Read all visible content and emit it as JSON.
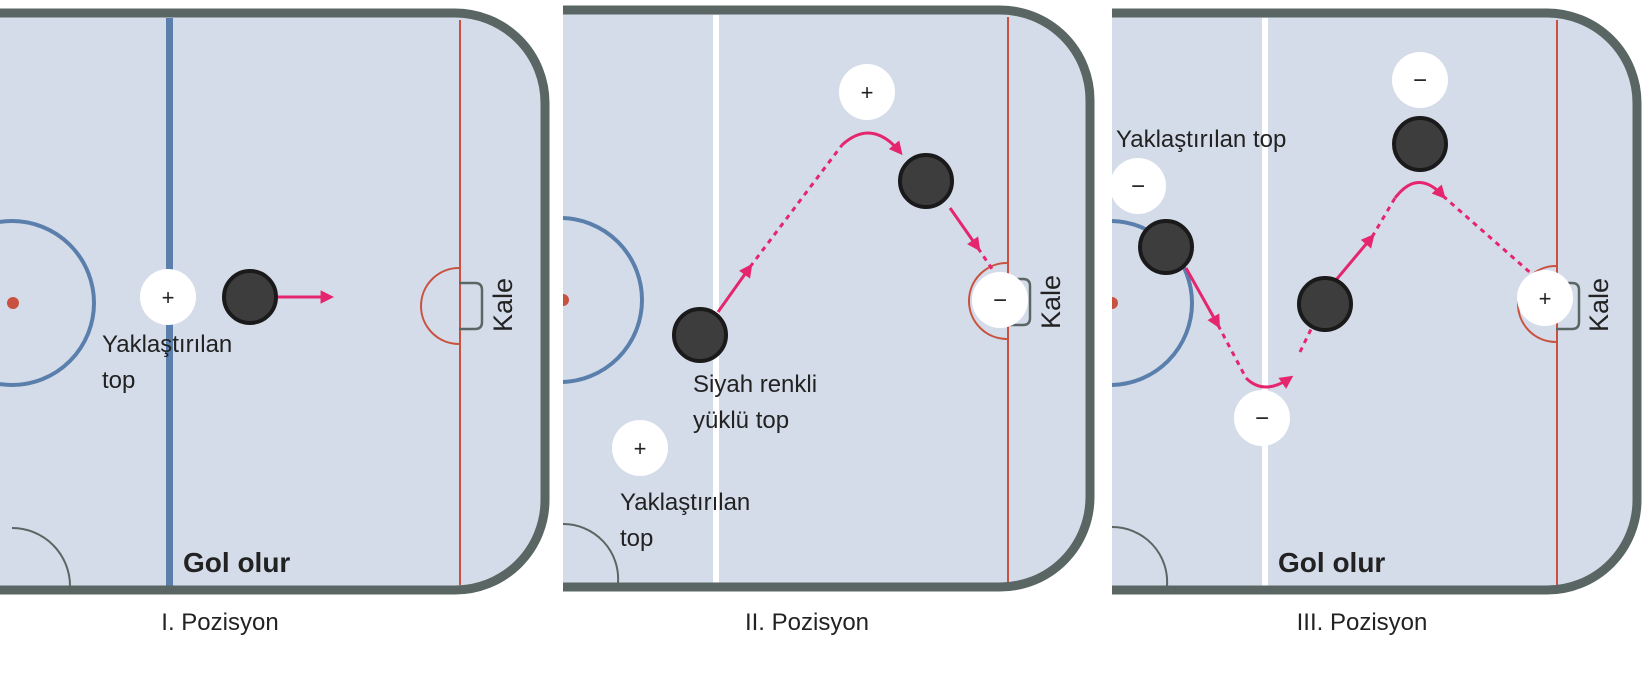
{
  "colors": {
    "rink_fill": "#d5dce9",
    "border": "#596663",
    "blue_line": "#5a7fac",
    "red_line": "#c8523f",
    "puck": "#3d3d3d",
    "arrow": "#e5256e",
    "charge_fill": "#ffffff",
    "text": "#222222"
  },
  "panels": [
    {
      "caption": "I. Pozisyon",
      "goal_label": "Kale",
      "bottom_label": "Gol olur",
      "annotations": [
        {
          "line1": "Yaklaştırılan",
          "line2": "top"
        }
      ],
      "charges": [
        "+"
      ]
    },
    {
      "caption": "II. Pozisyon",
      "goal_label": "Kale",
      "bottom_label": "",
      "annotations": [
        {
          "line1": "Siyah renkli",
          "line2": "yüklü top"
        },
        {
          "line1": "Yaklaştırılan",
          "line2": "top"
        }
      ],
      "charges": [
        "+",
        "−",
        "+"
      ]
    },
    {
      "caption": "III. Pozisyon",
      "goal_label": "Kale",
      "bottom_label": "Gol olur",
      "annotations": [
        {
          "line1": "Yaklaştırılan top"
        }
      ],
      "charges": [
        "−",
        "−",
        "−",
        "+"
      ]
    }
  ]
}
